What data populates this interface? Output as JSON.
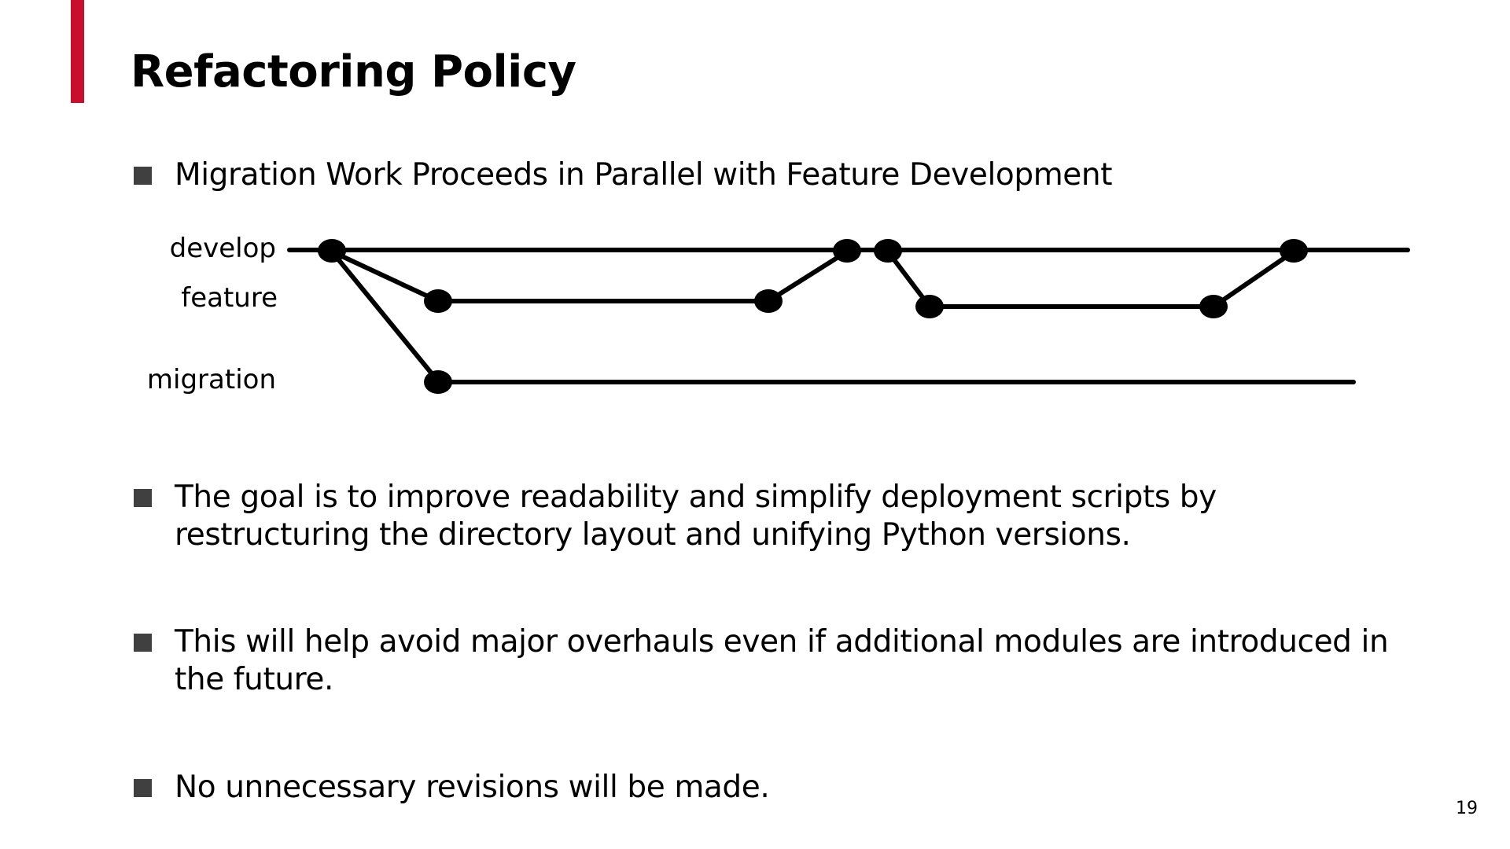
{
  "slide": {
    "title": "Refactoring Policy",
    "accent_color": "#c8102e",
    "page_number": "19",
    "bullet_marker_color": "#404040"
  },
  "bullets": [
    {
      "text": "Migration Work Proceeds in Parallel with Feature Development"
    },
    {
      "text": "The goal is to improve readability and simplify deployment scripts by restructuring the directory layout and unifying Python versions."
    },
    {
      "text": "This will help avoid major overhauls even if additional modules are introduced in the future."
    },
    {
      "text": "No unnecessary revisions will be made."
    }
  ],
  "branch_diagram": {
    "branches": [
      {
        "id": "develop",
        "label": "develop"
      },
      {
        "id": "feature",
        "label": "feature"
      },
      {
        "id": "migration",
        "label": "migration"
      }
    ],
    "line_color": "#000000",
    "commit_color": "#000000"
  }
}
